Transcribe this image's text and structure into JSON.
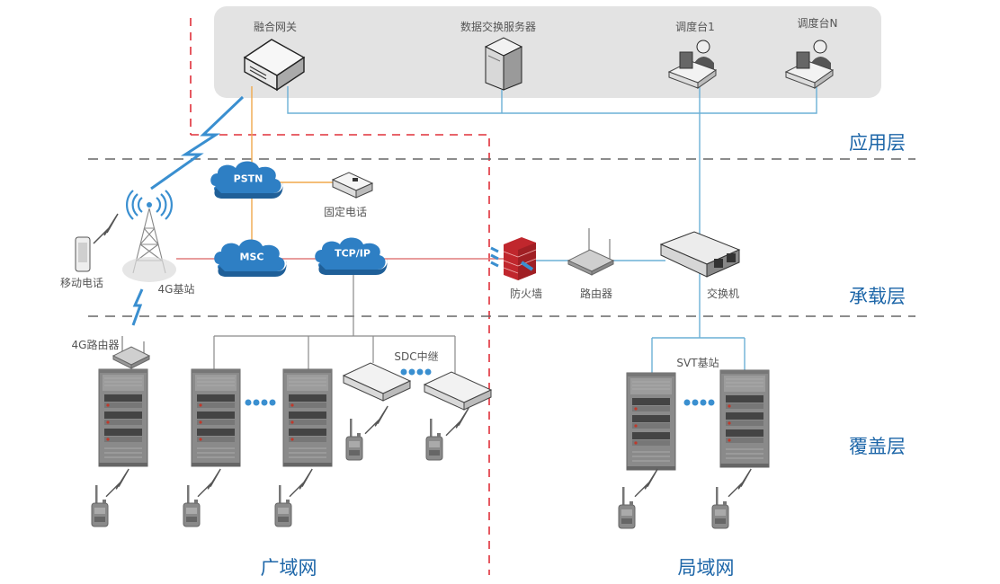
{
  "application_layer": {
    "nodes": [
      {
        "id": "gateway",
        "label": "融合网关",
        "icon": "gateway-box-icon"
      },
      {
        "id": "data_server",
        "label": "数据交换服务器",
        "icon": "tower-server-icon"
      },
      {
        "id": "console1",
        "label": "调度台1",
        "icon": "dispatcher-console-icon"
      },
      {
        "id": "consoleN",
        "label": "调度台N",
        "icon": "dispatcher-console-icon"
      }
    ]
  },
  "bearer_layer": {
    "clouds": [
      {
        "id": "pstn",
        "label": "PSTN"
      },
      {
        "id": "msc",
        "label": "MSC"
      },
      {
        "id": "tcpip",
        "label": "TCP/IP"
      }
    ],
    "nodes": [
      {
        "id": "fixed_phone",
        "label": "固定电话",
        "icon": "fixed-phone-icon"
      },
      {
        "id": "mobile_phone",
        "label": "移动电话",
        "icon": "mobile-phone-icon"
      },
      {
        "id": "bs4g",
        "label": "4G基站",
        "icon": "cell-tower-icon"
      },
      {
        "id": "firewall",
        "label": "防火墙",
        "icon": "firewall-icon"
      },
      {
        "id": "router",
        "label": "路由器",
        "icon": "router-icon"
      },
      {
        "id": "switch",
        "label": "交换机",
        "icon": "switch-icon"
      }
    ]
  },
  "coverage_layer": {
    "router4g": {
      "label": "4G路由器",
      "icon": "router-icon"
    },
    "sdc_label": "SDC中继",
    "svt_label": "SVT基站",
    "ellipsis": "····"
  },
  "layers": [
    {
      "id": "app",
      "label": "应用层"
    },
    {
      "id": "bearer",
      "label": "承载层"
    },
    {
      "id": "coverage",
      "label": "覆盖层"
    }
  ],
  "networks": [
    {
      "id": "wan",
      "label": "广域网"
    },
    {
      "id": "lan",
      "label": "局域网"
    }
  ],
  "colors": {
    "panel_bg": "#e3e3e3",
    "blue_link": "#6cb0d6",
    "orange_link": "#f0a94c",
    "red_link": "#e07b7b",
    "gray_link": "#8a8a8a",
    "red_dash": "#e0303a",
    "layer_dash": "#666666",
    "cloud": "#2e7fc4",
    "bolt_blue": "#3a8fd0",
    "label_blue": "#1d66a8"
  }
}
